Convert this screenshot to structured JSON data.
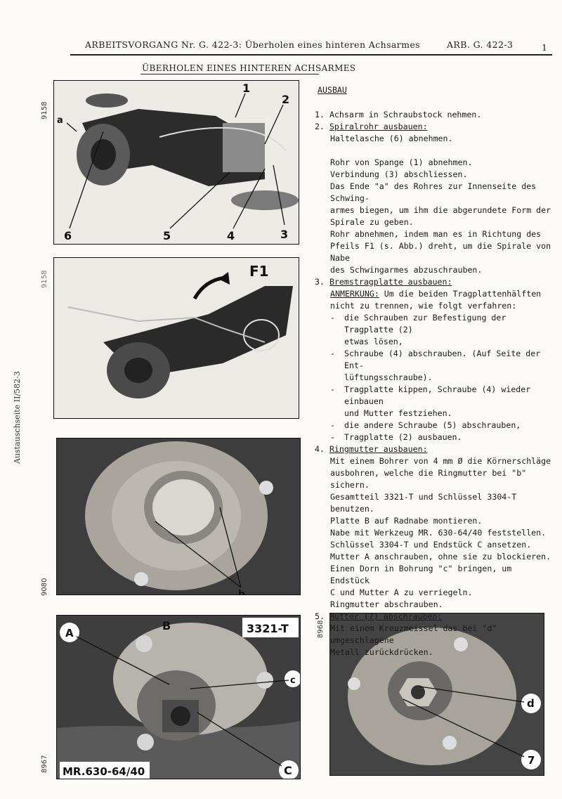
{
  "header": {
    "title": "ARBEITSVORGANG Nr. G. 422-3: Überholen eines hinteren Achsarmes",
    "ref": "ARB. G. 422-3",
    "page": "1"
  },
  "section_title": "ÜBERHOLEN EINES HINTEREN ACHSARMES",
  "side_label": "Austauschseite II/582-3",
  "photo_ids": {
    "p1": "9158",
    "p2": "9158",
    "p3": "9080",
    "p4": "8967",
    "p5": "8968"
  },
  "photo1": {
    "callouts": [
      "1",
      "2",
      "3",
      "4",
      "5",
      "6",
      "a"
    ]
  },
  "photo2": {
    "callouts": [
      "F1"
    ]
  },
  "photo3": {
    "callouts": [
      "b"
    ]
  },
  "photo4": {
    "callouts": [
      "A",
      "B",
      "3321-T",
      "c",
      "C",
      "MR.630-64/40"
    ]
  },
  "photo5": {
    "callouts": [
      "d",
      "7"
    ]
  },
  "text": {
    "heading": "AUSBAU",
    "s1": "1. Achsarm in Schraubstock nehmen.",
    "s2_num": "2.",
    "s2_title": "Spiralrohr ausbauen:",
    "s2_lines": [
      "Haltelasche (6) abnehmen.",
      "",
      "Rohr von Spange (1) abnehmen.",
      "Verbindung (3) abschliessen.",
      "Das Ende \"a\" des Rohres zur Innenseite des Schwing-",
      "armes biegen, um ihm die abgerundete Form der",
      "Spirale zu geben.",
      "Rohr abnehmen, indem man es in Richtung des",
      "Pfeils F1 (s. Abb.) dreht, um die Spirale von Nabe",
      "des Schwingarmes abzuschrauben."
    ],
    "s3_num": "3.",
    "s3_title": "Bremstragplatte ausbauen:",
    "s3_note_label": "ANMERKUNG:",
    "s3_note_rest": " Um die beiden Tragplattenhälften",
    "s3_note_line2": "nicht zu trennen, wie folgt verfahren:",
    "s3_dashes": [
      [
        "die Schrauben zur Befestigung der Tragplatte (2)",
        "etwas lösen,"
      ],
      [
        "Schraube (4) abschrauben. (Auf Seite der Ent-",
        "lüftungsschraube)."
      ],
      [
        "Tragplatte kippen, Schraube (4) wieder einbauen",
        "und Mutter festziehen."
      ],
      [
        "die andere Schraube (5) abschrauben,"
      ],
      [
        "Tragplatte (2) ausbauen."
      ]
    ],
    "dash_char": "-",
    "s4_num": "4.",
    "s4_title": "Ringmutter ausbauen:",
    "s4_lines": [
      "Mit einem Bohrer von 4 mm Ø die Körnerschläge",
      "ausbohren, welche die Ringmutter bei \"b\" sichern.",
      "Gesamtteil 3321-T und Schlüssel 3304-T benutzen.",
      "Platte B auf Radnabe montieren.",
      "Nabe mit Werkzeug MR. 630-64/40 feststellen.",
      "Schlüssel 3304-T und Endstück C ansetzen.",
      "Mutter A anschrauben, ohne sie zu blockieren.",
      "Einen Dorn in Bohrung \"c\" bringen, um Endstück",
      "C und Mutter A zu verriegeln.",
      "Ringmutter abschrauben."
    ],
    "s5_num": "5.",
    "s5_title": "Mutter (7) abschrauben:",
    "s5_lines": [
      "Mit einem Kreuzmeissel das bei \"d\" umgeschlagene",
      "Metall zurückdrücken."
    ]
  }
}
